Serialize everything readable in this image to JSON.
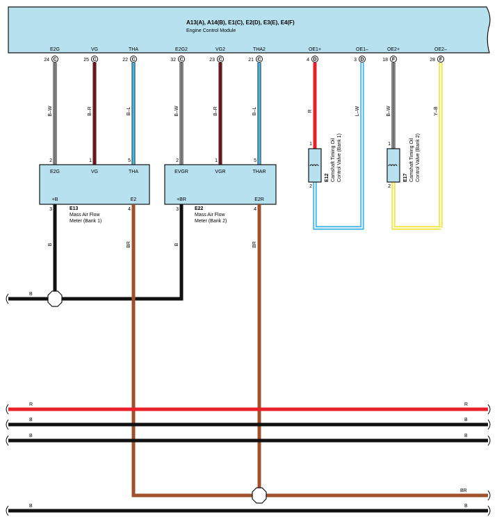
{
  "colors": {
    "module_fill": "#b8e1f0",
    "red": "#e8202a",
    "blue": "#49b6e6",
    "black": "#111111",
    "brown": "#a0502c",
    "yellow": "#f3e545",
    "white": "#ffffff"
  },
  "ecm": {
    "title": "A13(A), A14(B), E1(C), E2(D), E3(E), E4(F)",
    "subtitle": "Engine Control Module",
    "terminals": [
      {
        "name": "E2G",
        "pin": "24",
        "conn": "C"
      },
      {
        "name": "VG",
        "pin": "25",
        "conn": "C"
      },
      {
        "name": "THA",
        "pin": "22",
        "conn": "C"
      },
      {
        "name": "E2G2",
        "pin": "32",
        "conn": "C"
      },
      {
        "name": "VG2",
        "pin": "23",
        "conn": "C"
      },
      {
        "name": "THA2",
        "pin": "21",
        "conn": "C"
      },
      {
        "name": "OE1+",
        "pin": "4",
        "conn": "D"
      },
      {
        "name": "OE1–",
        "pin": "3",
        "conn": "D"
      },
      {
        "name": "OE2+",
        "pin": "18",
        "conn": "F"
      },
      {
        "name": "OE2–",
        "pin": "28",
        "conn": "F"
      }
    ]
  },
  "wire_colors": [
    "B–W",
    "B–R",
    "B–L",
    "B–W",
    "B–R",
    "B–L",
    "R",
    "L–W",
    "B–W",
    "Y–B"
  ],
  "maf1": {
    "id": "E13",
    "name": "Mass Air Flow",
    "name2": "Meter (Bank 1)",
    "top_pins": [
      {
        "label": "E2G",
        "pin": "2"
      },
      {
        "label": "VG",
        "pin": "1"
      },
      {
        "label": "THA",
        "pin": "5"
      }
    ],
    "bottom_pins": [
      {
        "label": "+B",
        "pin": "3"
      },
      {
        "label": "E2",
        "pin": "4"
      }
    ]
  },
  "maf2": {
    "id": "E22",
    "name": "Mass Air Flow",
    "name2": "Meter (Bank 2)",
    "top_pins": [
      {
        "label": "EVGR",
        "pin": "2"
      },
      {
        "label": "VGR",
        "pin": "1"
      },
      {
        "label": "THAR",
        "pin": "5"
      }
    ],
    "bottom_pins": [
      {
        "label": "+BR",
        "pin": "3"
      },
      {
        "label": "E2R",
        "pin": "4"
      }
    ]
  },
  "valve1": {
    "id": "E12",
    "name": "Camshaft Timing Oil",
    "name2": "Control Valve (Bank 1)",
    "pin_top": "1",
    "pin_bottom": "2"
  },
  "valve2": {
    "id": "E17",
    "name": "Camshaft Timing Oil",
    "name2": "Control Valve (Bank 2)",
    "pin_top": "1",
    "pin_bottom": "2"
  },
  "lower_wires": {
    "maf1_power": "B",
    "maf1_ground": "BR",
    "maf2_power": "B",
    "maf2_ground": "BR"
  },
  "buses": [
    {
      "left_label": "B",
      "right_label": ""
    },
    {
      "left_label": "R",
      "right_label": "R"
    },
    {
      "left_label": "B",
      "right_label": "B"
    },
    {
      "left_label": "B",
      "right_label": "B"
    },
    {
      "left_label": "",
      "right_label": "BR"
    },
    {
      "left_label": "B",
      "right_label": "B"
    }
  ]
}
